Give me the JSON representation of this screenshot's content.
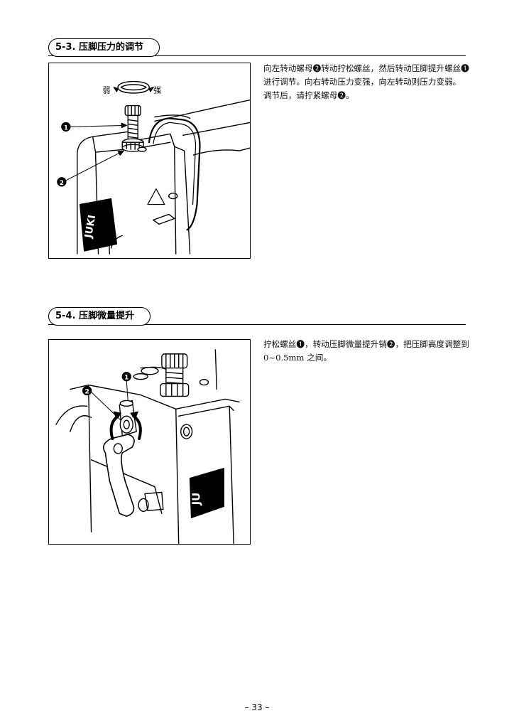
{
  "sections": [
    {
      "title": "5-3. 压脚压力的调节",
      "paragraphs": [
        "向左转动螺母❷转动拧松螺丝，然后转动压脚提升螺丝❶进行调节。向右转动压力变强，向左转动则压力变弱。",
        "调节后，请拧紧螺母❷。"
      ],
      "figure": {
        "label_weak": "弱",
        "label_strong": "强",
        "callout_1": "1",
        "callout_2": "2",
        "logo": "JUKI"
      }
    },
    {
      "title": "5-4. 压脚微量提升",
      "paragraphs": [
        "拧松螺丝❶，转动压脚微量提升销❷，把压脚高度调整到 0~0.5mm 之间。"
      ],
      "figure": {
        "callout_1": "1",
        "callout_2": "2",
        "logo": "JU"
      }
    }
  ],
  "page_number": "– 33 –"
}
